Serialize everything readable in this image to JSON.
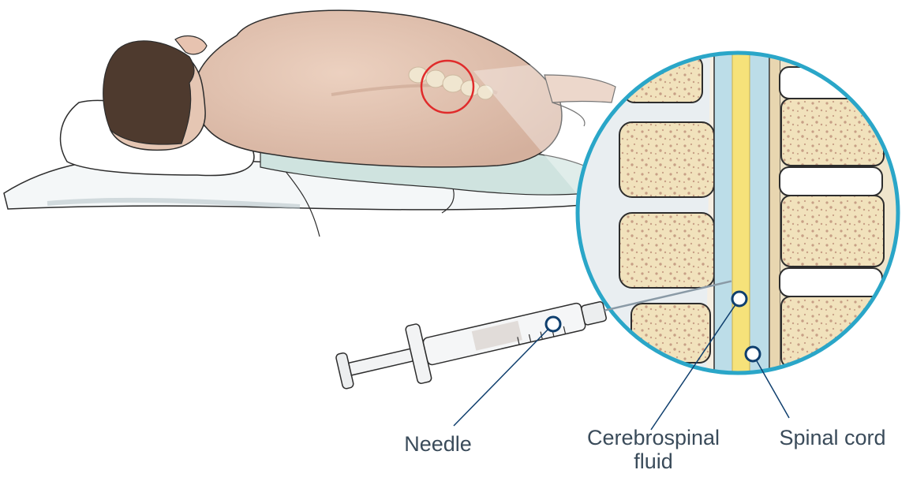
{
  "labels": {
    "needle": "Needle",
    "csf": "Cerebrospinal fluid",
    "spinal_cord": "Spinal cord"
  },
  "colors": {
    "callout_ring": "#2aa6c8",
    "highlight_circle": "#e02b2b",
    "leader_line": "#0f3f6e",
    "skin": "#e6c7b4",
    "hair": "#4e3a2e",
    "vertebra": "#f1e2bc",
    "csf_blue": "#bcdde8",
    "spinal_cord_yellow": "#f6e27a"
  },
  "icons": {
    "pointer_marker": "circle-marker-icon"
  }
}
